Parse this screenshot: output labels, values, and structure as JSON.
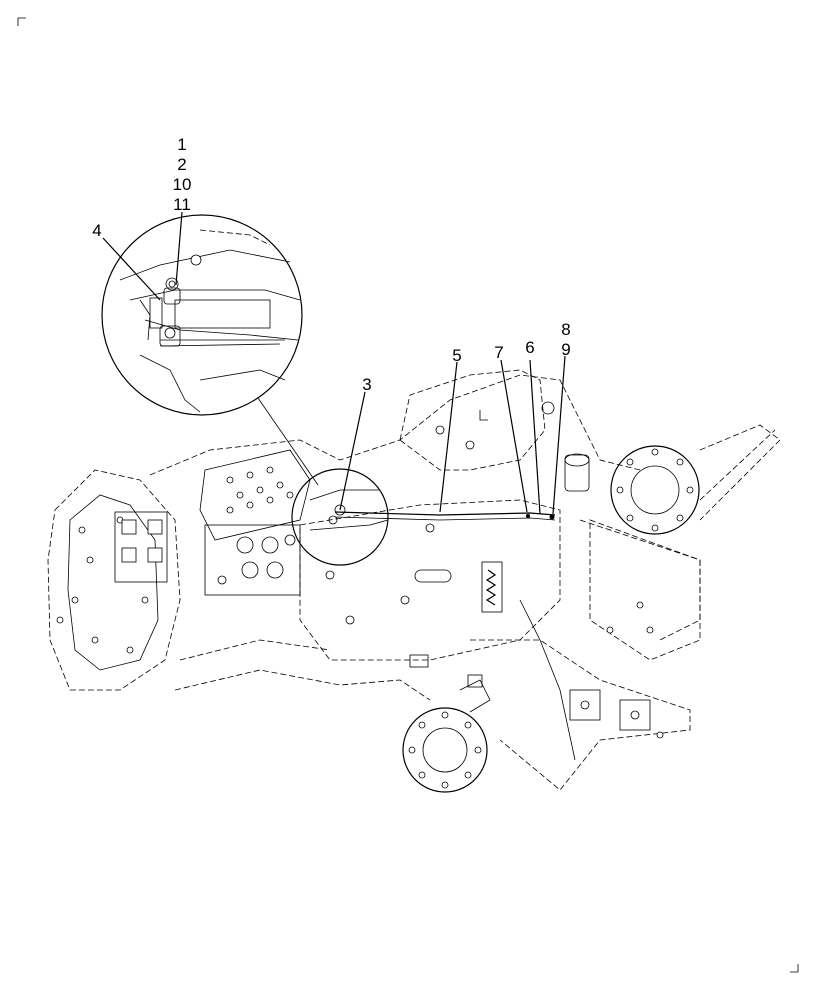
{
  "diagram": {
    "callouts": {
      "c1": "1",
      "c2": "2",
      "c10": "10",
      "c11": "11",
      "c4": "4",
      "c3": "3",
      "c5": "5",
      "c7": "7",
      "c6": "6",
      "c8": "8",
      "c9": "9"
    },
    "icons": {
      "top_left_corner": "crop-mark-icon",
      "bottom_right_corner": "crop-mark-icon"
    },
    "colors": {
      "ink": "#000000",
      "paper": "#ffffff"
    }
  }
}
